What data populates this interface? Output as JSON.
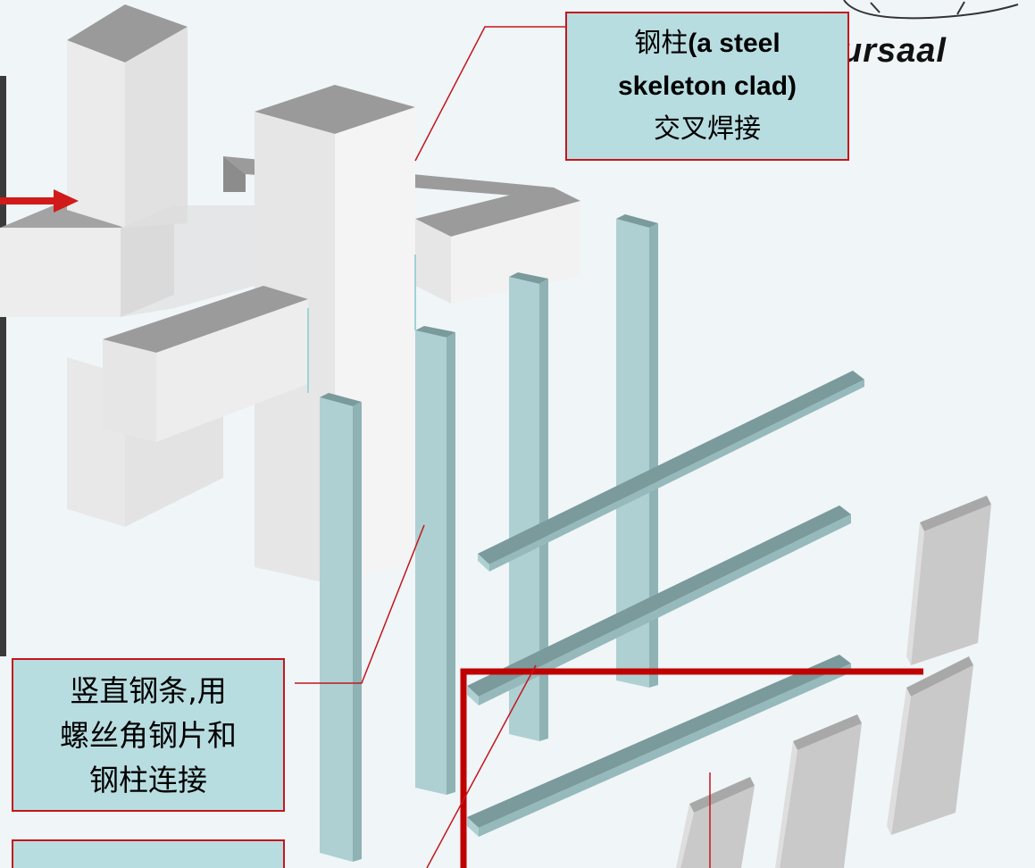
{
  "callouts": {
    "steel_column": {
      "line1_cn": "钢柱",
      "line1_en": "(a steel",
      "line2_en": "skeleton clad)",
      "line3_cn": "交叉焊接"
    },
    "vertical_bars": {
      "line1": "竖直钢条,用",
      "line2": "螺丝角钢片和",
      "line3": "钢柱连接"
    }
  },
  "brand": {
    "text": "ursaal"
  },
  "colors": {
    "background": "#f0f5f8",
    "callout_fill": "#b8dde1",
    "callout_border": "#c4161c",
    "leader_line": "#c4161c",
    "arrow": "#d11a1a",
    "highlight_frame": "#c00000",
    "concrete_light": "#ebebeb",
    "concrete_top": "#9b9b9b",
    "steel_front": "#aed0d2",
    "steel_edge": "#7a9a9c",
    "panel": "#c8c8c8"
  }
}
